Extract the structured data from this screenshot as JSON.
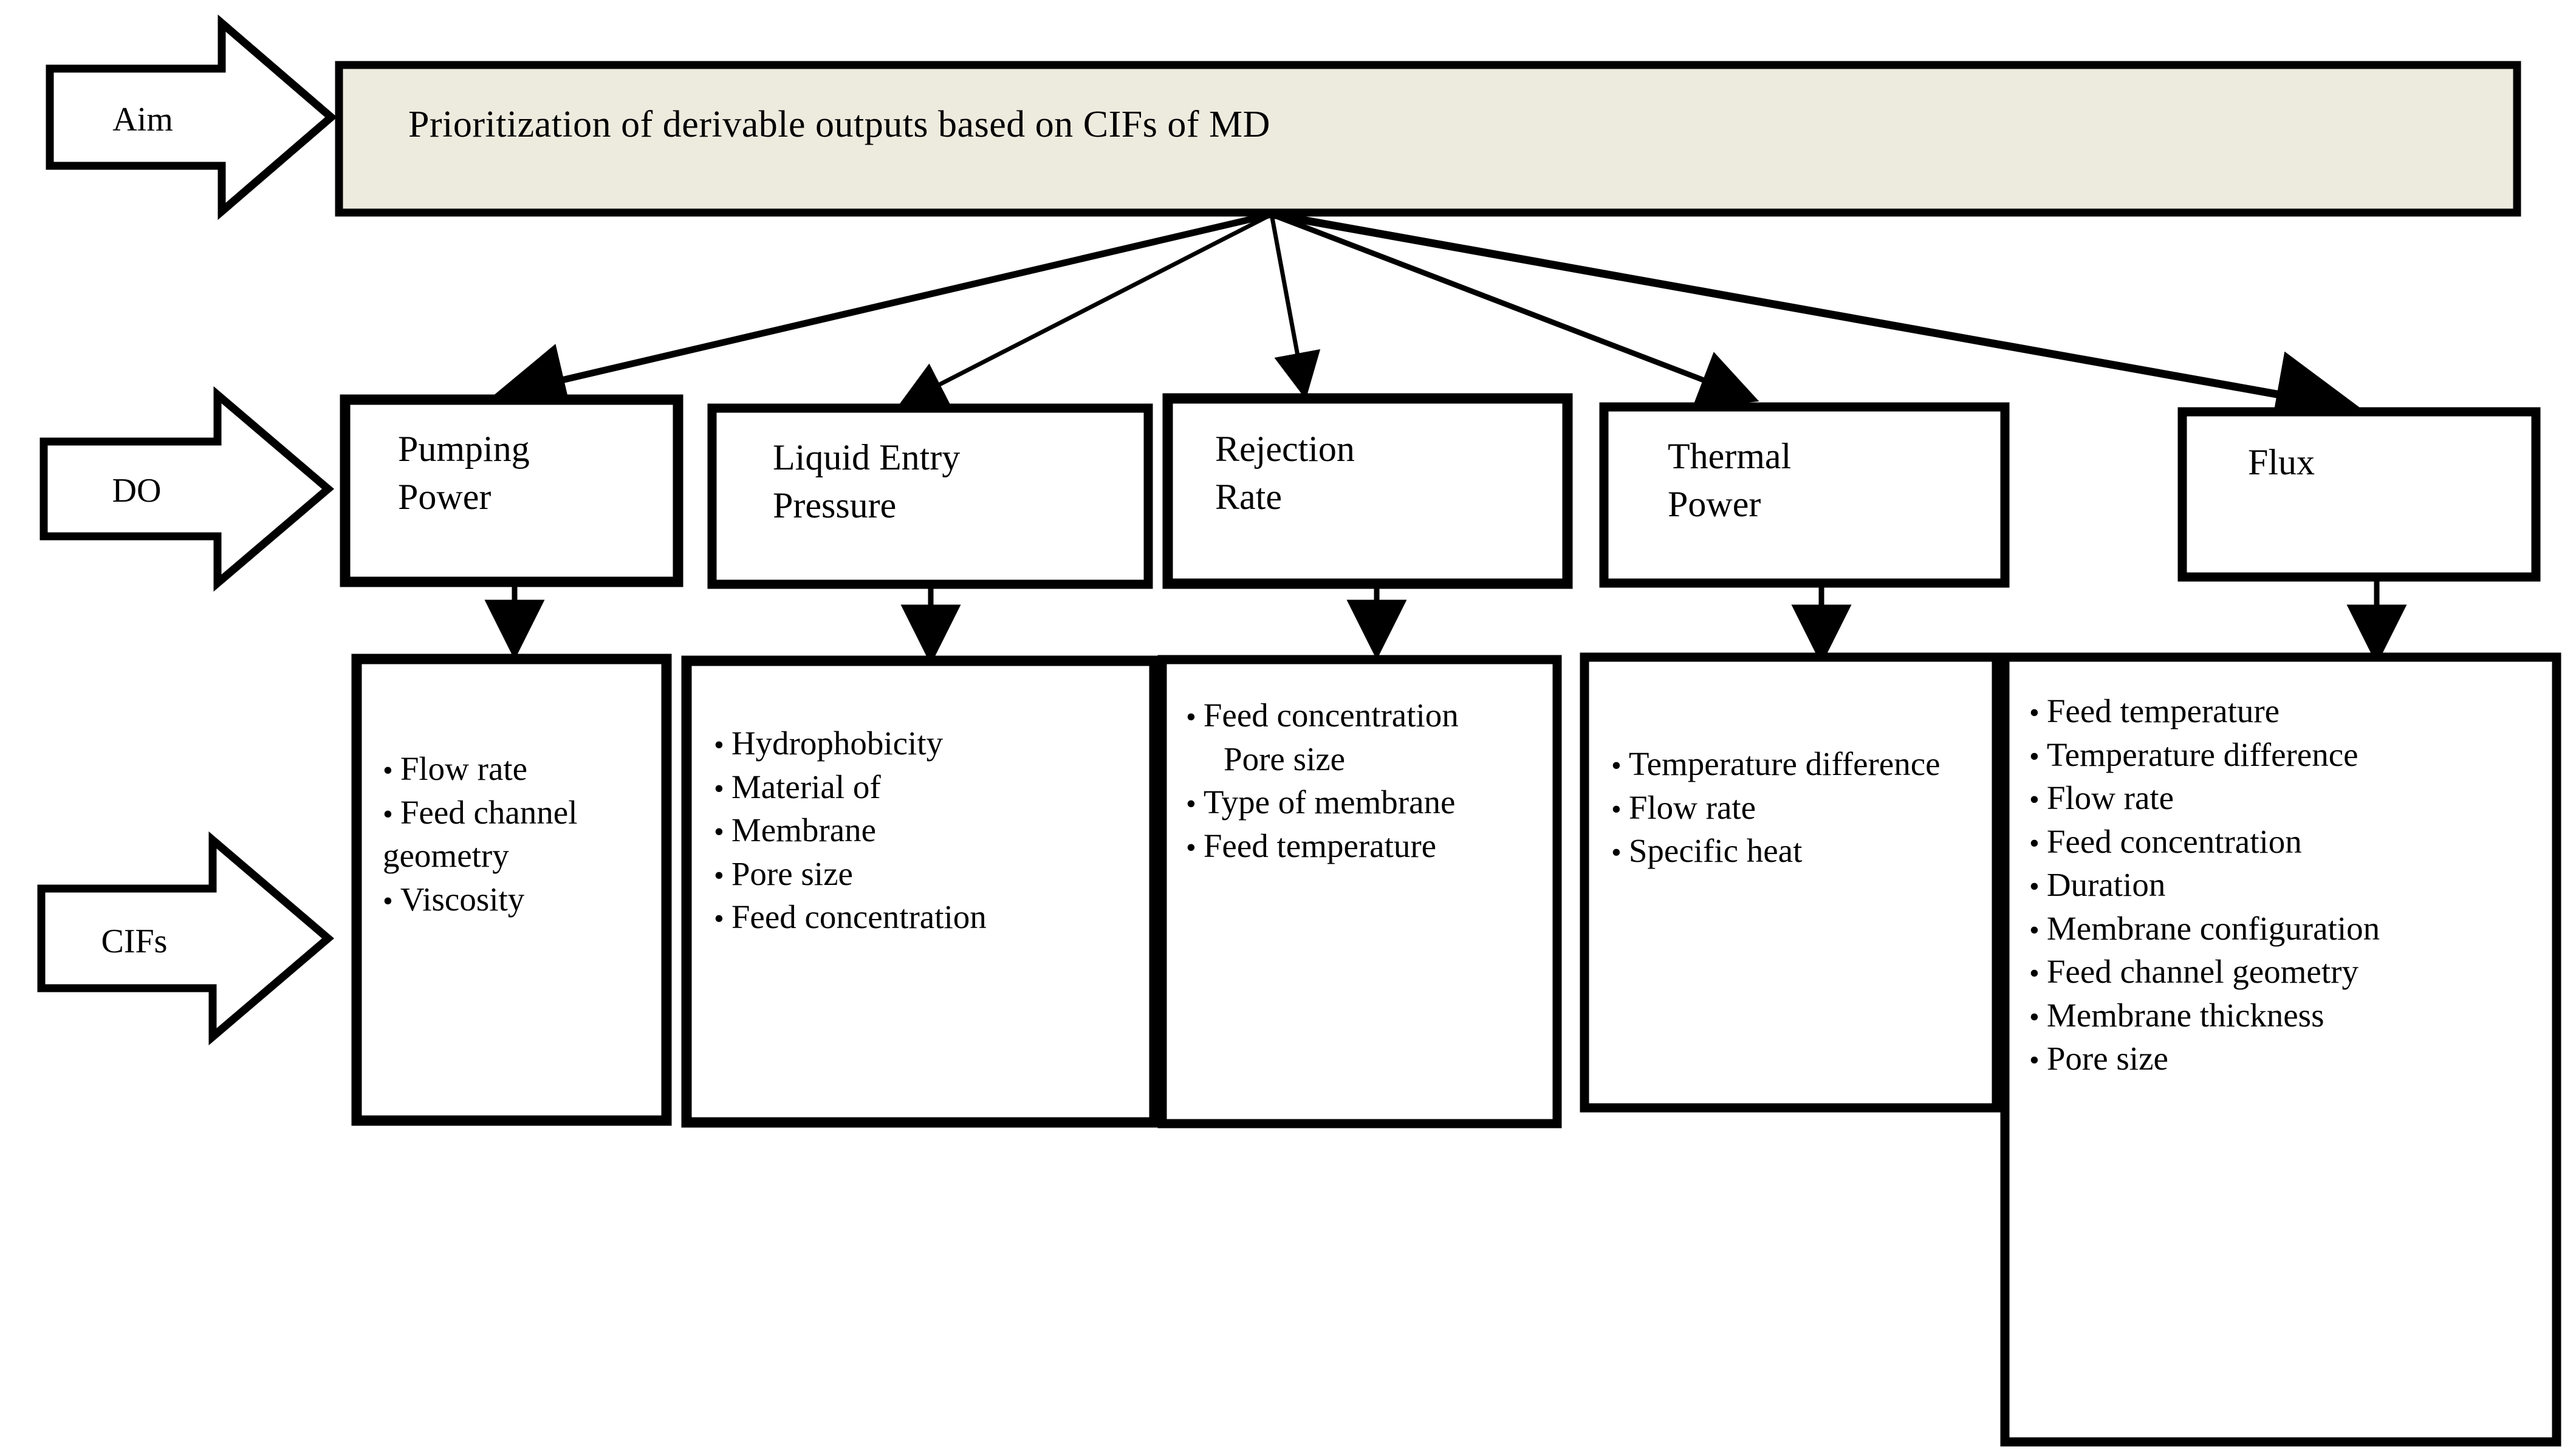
{
  "diagram": {
    "title": "Prioritization of derivable outputs based on CIFs of MD",
    "row_tags": {
      "aim": "Aim",
      "do": "DO",
      "cifs": "CIFs"
    },
    "colors": {
      "aim_band_fill": "#EDEADE",
      "stroke": "#000000",
      "page_background": "#FFFFFF"
    },
    "derivable_outputs": [
      {
        "id": "pumping-power",
        "label": "Pumping\nPower"
      },
      {
        "id": "liquid-entry-pressure",
        "label": "Liquid Entry\nPressure"
      },
      {
        "id": "rejection-rate",
        "label": "Rejection\nRate"
      },
      {
        "id": "thermal-power",
        "label": "Thermal\nPower"
      },
      {
        "id": "flux",
        "label": "Flux"
      }
    ],
    "cif_groups": [
      {
        "id": "cifs-pumping-power",
        "items": [
          {
            "text": "Flow rate",
            "bullet": true
          },
          {
            "text": "Feed channel geometry",
            "bullet": true
          },
          {
            "text": "Viscosity",
            "bullet": true
          }
        ]
      },
      {
        "id": "cifs-liquid-entry-pressure",
        "items": [
          {
            "text": "Hydrophobicity",
            "bullet": true
          },
          {
            "text": "Material of",
            "bullet": true
          },
          {
            "text": "Membrane",
            "bullet": true
          },
          {
            "text": "Pore size",
            "bullet": true
          },
          {
            "text": "Feed concentration",
            "bullet": true
          }
        ]
      },
      {
        "id": "cifs-rejection-rate",
        "items": [
          {
            "text": "Feed concentration",
            "bullet": true
          },
          {
            "text": "Pore size",
            "bullet": false
          },
          {
            "text": "Type of membrane",
            "bullet": true
          },
          {
            "text": "Feed temperature",
            "bullet": true
          }
        ]
      },
      {
        "id": "cifs-thermal-power",
        "items": [
          {
            "text": "Temperature difference",
            "bullet": true
          },
          {
            "text": "Flow rate",
            "bullet": true
          },
          {
            "text": "Specific heat",
            "bullet": true
          }
        ]
      },
      {
        "id": "cifs-flux",
        "items": [
          {
            "text": "Feed temperature",
            "bullet": true
          },
          {
            "text": "Temperature difference",
            "bullet": true
          },
          {
            "text": "Flow rate",
            "bullet": true
          },
          {
            "text": "Feed concentration",
            "bullet": true
          },
          {
            "text": "Duration",
            "bullet": true
          },
          {
            "text": "Membrane configuration",
            "bullet": true
          },
          {
            "text": "Feed channel geometry",
            "bullet": true
          },
          {
            "text": "Membrane thickness",
            "bullet": true
          },
          {
            "text": "Pore size",
            "bullet": true
          }
        ]
      }
    ]
  }
}
